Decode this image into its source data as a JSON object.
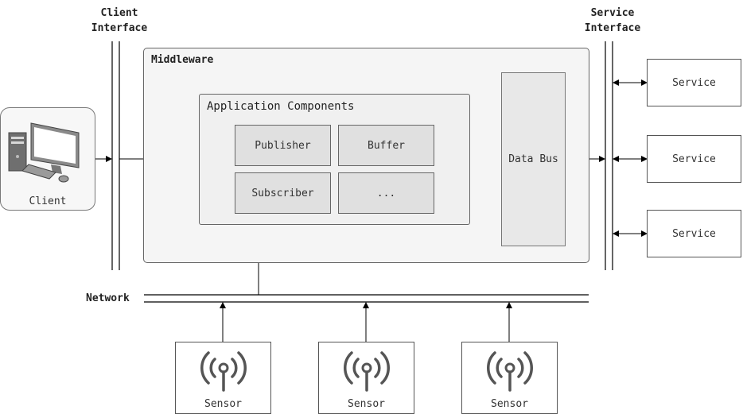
{
  "client_interface": {
    "line1": "Client",
    "line2": "Interface"
  },
  "service_interface": {
    "line1": "Service",
    "line2": "Interface"
  },
  "middleware": {
    "title": "Middleware"
  },
  "app_components": {
    "title": "Application Components",
    "items": [
      "Publisher",
      "Buffer",
      "Subscriber",
      "..."
    ]
  },
  "data_bus": {
    "label": "Data Bus"
  },
  "client": {
    "label": "Client",
    "icon": "computer-icon"
  },
  "services": [
    "Service",
    "Service",
    "Service"
  ],
  "network": {
    "label": "Network"
  },
  "sensors": [
    {
      "label": "Sensor",
      "icon": "antenna-icon"
    },
    {
      "label": "Sensor",
      "icon": "antenna-icon"
    },
    {
      "label": "Sensor",
      "icon": "antenna-icon"
    }
  ],
  "colors": {
    "line": "#000000",
    "panel_fill": "#f5f5f5",
    "component_fill": "#e0e0e0",
    "border": "#666666"
  }
}
